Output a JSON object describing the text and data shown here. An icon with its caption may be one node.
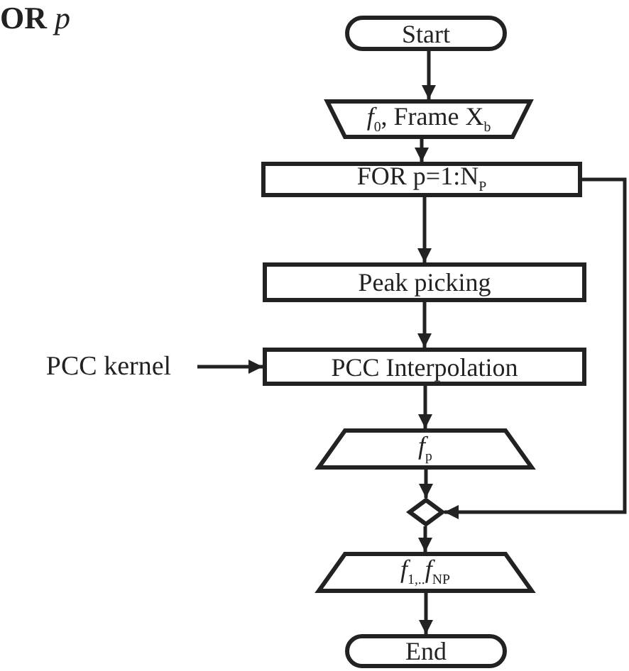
{
  "diagram": {
    "nodes": [
      {
        "text": [
          "Start"
        ]
      },
      {
        "text": [
          "*f*$_{0}$, Frame X$_{b}$"
        ]
      },
      {
        "text": [
          "FOR  p=1:N$_{P}$"
        ]
      },
      {
        "text": [
          "Peak picking"
        ]
      },
      {
        "text": [
          "PCC Interpolation"
        ]
      },
      {
        "text": [
          "PCC kernel"
        ]
      },
      {
        "text": [
          "*f*$_{p}$"
        ]
      },
      {
        "text": [],
        "shape": "diamond"
      },
      {
        "text": [
          "*f*$_{1,..}$*f*$_{NP}$"
        ]
      },
      {
        "text": [
          "End"
        ]
      }
    ],
    "edges": [
      {
        "from": 0,
        "to": 1,
        "arrow": "to"
      },
      {
        "from": 1,
        "to": 2,
        "arrow": "to"
      },
      {
        "from": 2,
        "to": 3,
        "arrow": "to"
      },
      {
        "from": 3,
        "to": 4,
        "arrow": "to"
      },
      {
        "from": 5,
        "to": 4,
        "arrow": "to"
      },
      {
        "from": 4,
        "to": 6,
        "arrow": "to"
      },
      {
        "from": 6,
        "to": 7,
        "arrow": "to"
      },
      {
        "from": 7,
        "to": 8,
        "arrow": "to"
      },
      {
        "from": 8,
        "to": 9,
        "arrow": "to"
      },
      {
        "from": 2,
        "to": 7,
        "arrow": "to"
      }
    ],
    "labels": [
      "**OR** *p*"
    ]
  }
}
